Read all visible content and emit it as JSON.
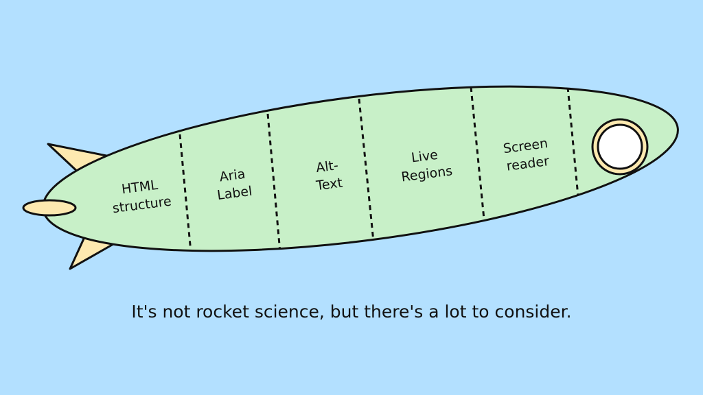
{
  "colors": {
    "background": "#b3e0ff",
    "body_fill": "#c8f0c8",
    "fin_fill": "#fde9b0",
    "window_ring": "#fde9b0",
    "window_glass": "#ffffff",
    "stroke": "#111111"
  },
  "rocket": {
    "segments": [
      {
        "lines": [
          "HTML",
          "structure"
        ]
      },
      {
        "lines": [
          "Aria",
          "Label"
        ]
      },
      {
        "lines": [
          "Alt-",
          "Text"
        ]
      },
      {
        "lines": [
          "Live",
          "Regions"
        ]
      },
      {
        "lines": [
          "Screen",
          "reader"
        ]
      }
    ]
  },
  "caption": "It's not rocket science, but there's a lot to consider."
}
